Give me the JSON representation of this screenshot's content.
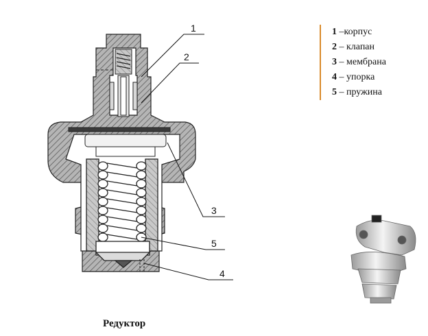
{
  "diagram": {
    "title": "Редуктор",
    "callouts": [
      "1",
      "2",
      "3",
      "5",
      "4"
    ],
    "legend": [
      {
        "num": "1",
        "sep": " –",
        "text": "корпус"
      },
      {
        "num": "2",
        "sep": " – ",
        "text": "клапан"
      },
      {
        "num": "3",
        "sep": " – ",
        "text": "мембрана"
      },
      {
        "num": "4",
        "sep": " – ",
        "text": "упорка"
      },
      {
        "num": "5",
        "sep": " – ",
        "text": "пружина"
      }
    ],
    "colors": {
      "hatch": "#8c8c8c",
      "hatch_light": "#c8c8c8",
      "outline": "#222222",
      "legend_divider": "#d98a2a"
    }
  }
}
